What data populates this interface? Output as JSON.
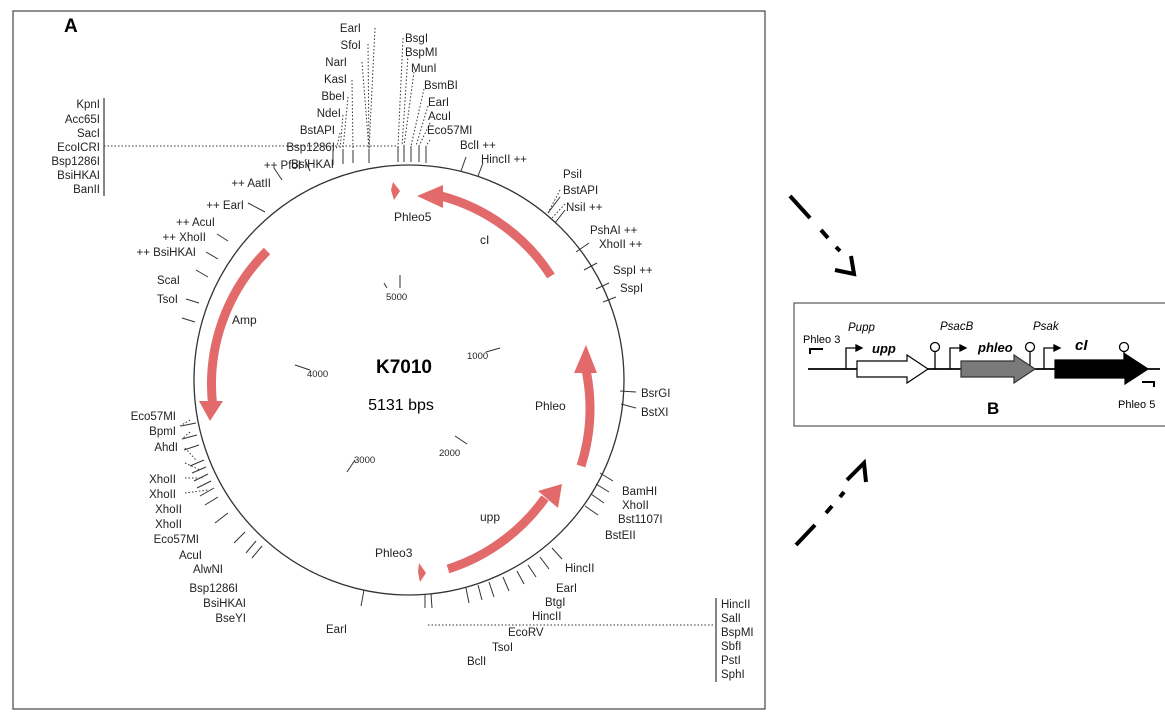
{
  "panel_a": {
    "label": "A",
    "plasmid_name": "K7010",
    "plasmid_size": "5131 bps",
    "scale_ticks": [
      "5000",
      "1000",
      "2000",
      "3000",
      "4000"
    ],
    "features": [
      "Phleo5",
      "cI",
      "Amp",
      "Phleo",
      "upp",
      "Phleo3"
    ],
    "site_groups": {
      "top_left": [
        "EarI",
        "SfoI",
        "NarI",
        "KasI",
        "BbeI",
        "NdeI",
        "BstAPI",
        "Bsp1286I",
        "BsiHKAI"
      ],
      "top_right": [
        "BsgI",
        "BspMI",
        "MunI",
        "BsmBI",
        "EarI",
        "AcuI",
        "Eco57MI",
        "BclI ++",
        "HincII ++"
      ],
      "kpn_box": [
        "KpnI",
        "Acc65I",
        "SacI",
        "EcoICRI",
        "Bsp1286I",
        "BsiHKAI",
        "BanII"
      ],
      "left_upper": [
        "++ PfoI",
        "++ AatII",
        "++ EarI",
        "++ AcuI",
        "++ XhoII",
        "++ BsiHKAI",
        "ScaI",
        "TsoI"
      ],
      "right_upper": [
        "PsiI",
        "BstAPI",
        "NsiI ++",
        "PshAI ++",
        "XhoII ++",
        "SspI ++",
        "SspI"
      ],
      "right_middle": [
        "BsrGI",
        "BstXI",
        "BamHI",
        "XhoII",
        "Bst1107I",
        "BstEII"
      ],
      "left_lower": [
        "Eco57MI",
        "BpmI",
        "AhdI",
        "XhoII",
        "XhoII",
        "XhoII",
        "XhoII",
        "Eco57MI",
        "AcuI",
        "AlwNI",
        "Bsp1286I",
        "BsiHKAI",
        "BseYI"
      ],
      "bottom": [
        "HincII",
        "EarI",
        "BtgI",
        "HincII",
        "EcoRV",
        "TsoI",
        "BclI",
        "EarI"
      ],
      "bottom_box": [
        "HincII",
        "SalI",
        "BspMI",
        "SbfI",
        "PstI",
        "SphI"
      ]
    }
  },
  "panel_b": {
    "label": "B",
    "primer_left": "Phleo 3",
    "primer_right": "Phleo 5",
    "promoters": [
      "Pupp",
      "PsacB",
      "Psak"
    ],
    "genes": [
      "upp",
      "phleo",
      "cI"
    ]
  },
  "colors": {
    "feature_arrow": "#e36a6a",
    "gene_upp": "#ffffff",
    "gene_phleo": "#7a7a7a",
    "gene_ci": "#000000"
  }
}
